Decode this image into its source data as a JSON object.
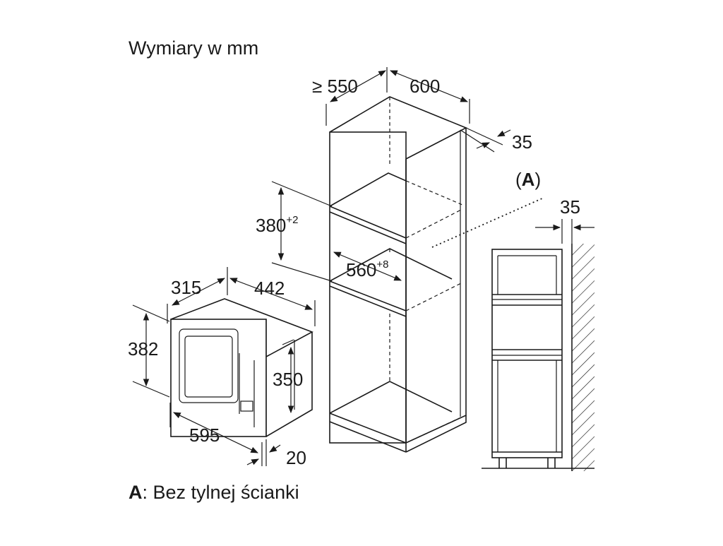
{
  "title": "Wymiary w mm",
  "footnote": {
    "marker": "A",
    "text": ": Bez tylnej ścianki"
  },
  "cabinet": {
    "depth": "≥ 550",
    "width": "600",
    "panel": "35",
    "niche_height": "380",
    "niche_height_tol": "+2",
    "niche_width": "560",
    "niche_width_tol": "+8",
    "note_label": "(A)"
  },
  "microwave": {
    "depth": "315",
    "width_body": "442",
    "height_frame": "382",
    "height_body": "350",
    "width_frame": "595",
    "frame_depth": "20"
  },
  "side_view": {
    "gap": "35"
  }
}
